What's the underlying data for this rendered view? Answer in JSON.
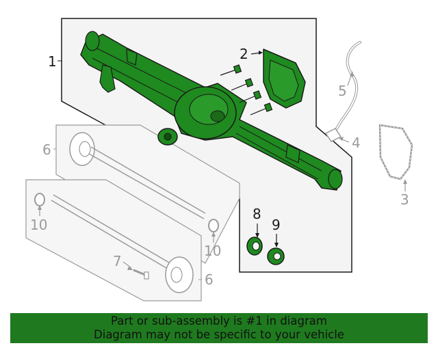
{
  "callouts": {
    "c1": "1",
    "c2": "2",
    "c3": "3",
    "c4": "4",
    "c5": "5",
    "c6a": "6",
    "c6b": "6",
    "c7": "7",
    "c8": "8",
    "c9": "9",
    "c10a": "10",
    "c10b": "10"
  },
  "banner": {
    "line1": "Part or sub-assembly is #1 in diagram",
    "line2": "Diagram may not be specific to your vehicle"
  },
  "colors": {
    "highlight": "#1f7a1f",
    "part_fill": "#1f8a1f",
    "outline": "#1a1a1a",
    "gray": "#9a9a9a"
  }
}
